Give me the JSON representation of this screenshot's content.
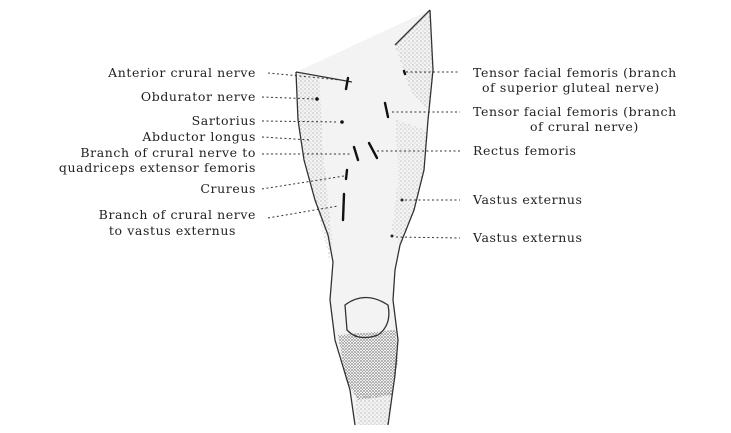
{
  "labels": {
    "left": {
      "anterior_crural_nerve": "Anterior crural nerve",
      "obdurator_nerve": "Obdurator nerve",
      "sartorius": "Sartorius",
      "abductor_longus": "Abductor longus",
      "branch_quadriceps_line1": "Branch of crural nerve to",
      "branch_quadriceps_line2": "quadriceps extensor femoris",
      "crureus": "Crureus",
      "branch_vastus_line1": "Branch of crural nerve",
      "branch_vastus_line2": "to vastus externus"
    },
    "right": {
      "tensor_gluteal_line1": "Tensor facial femoris (branch",
      "tensor_gluteal_line2": "of superior gluteal nerve)",
      "tensor_crural_line1": "Tensor facial femoris (branch",
      "tensor_crural_line2": "of crural nerve)",
      "rectus_femoris": "Rectus femoris",
      "vastus_externus_1": "Vastus externus",
      "vastus_externus_2": "Vastus externus"
    }
  }
}
